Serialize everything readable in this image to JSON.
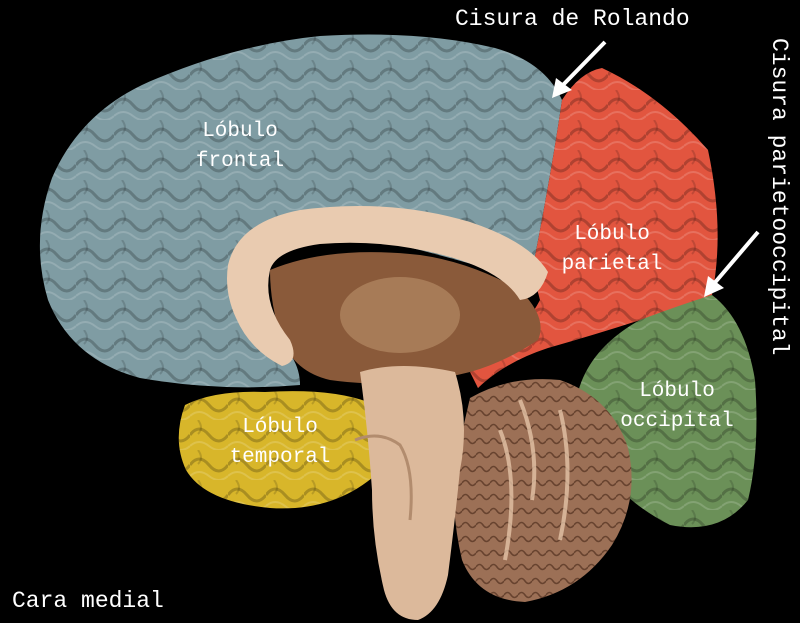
{
  "labels": {
    "frontal": [
      "Lóbulo",
      "frontal"
    ],
    "parietal": [
      "Lóbulo",
      "parietal"
    ],
    "occipital": [
      "Lóbulo",
      "occipital"
    ],
    "temporal": [
      "Lóbulo",
      "temporal"
    ],
    "rolando": "Cisura de Rolando",
    "parietooccipital": "Cisura parietooccipital",
    "view": "Cara medial"
  },
  "colors": {
    "background": "#000000",
    "frontal_lobe": "#7f9ca3",
    "parietal_lobe": "#e2553f",
    "occipital_lobe": "#6b9058",
    "temporal_lobe": "#d8b62a",
    "corpus_callosum": "#e9cbb0",
    "brainstem": "#dcb99b",
    "cerebellum": "#9c7056",
    "label_text": "#ffffff"
  }
}
